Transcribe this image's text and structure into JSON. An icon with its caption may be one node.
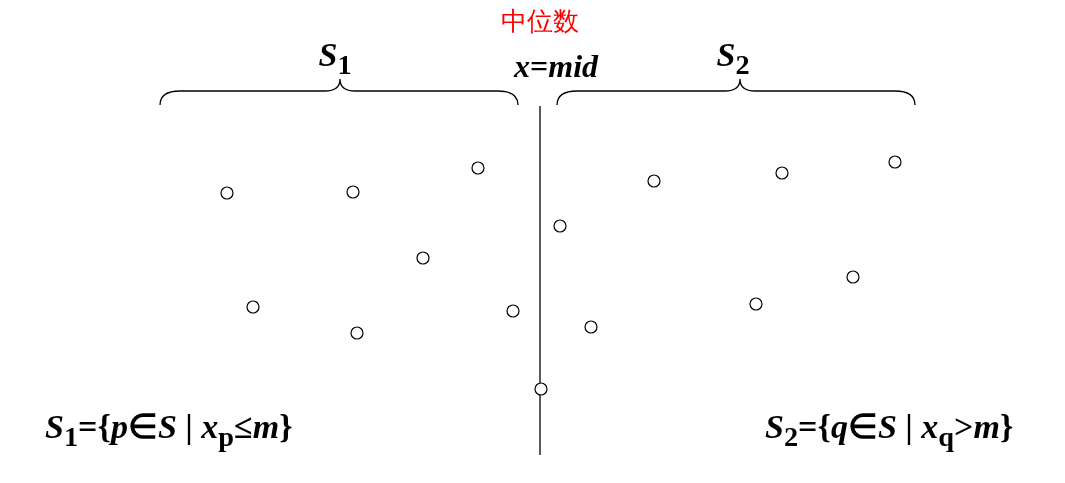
{
  "diagram": {
    "labels": [
      "中位数",
      "*x*=*mid*",
      "*S*$_{1}$",
      "*S*$_{2}$",
      "*S*$_{1}$={*p*∈*S* | *x*$_{p}$≤*m*}",
      "*S*$_{2}$={*q*∈*S* | *x*$_{q}$>*m*}"
    ]
  }
}
